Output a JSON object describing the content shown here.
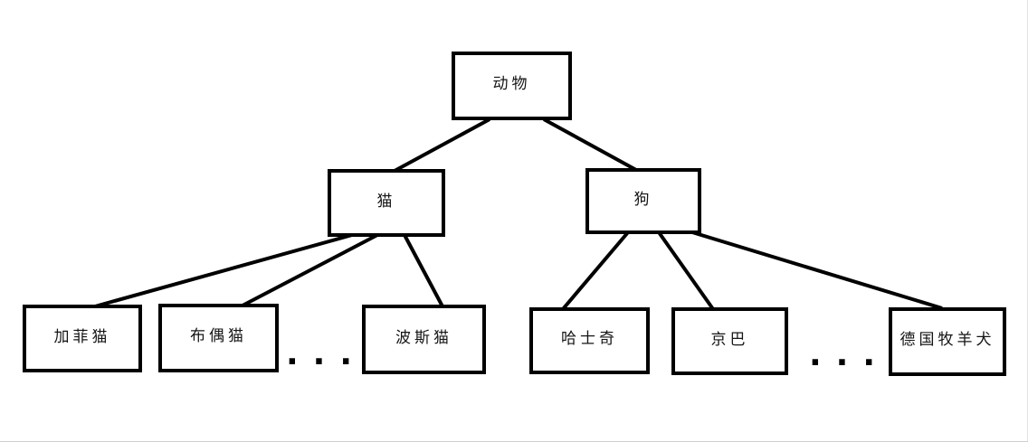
{
  "diagram": {
    "type": "tree",
    "title": "",
    "root": {
      "label": "动物"
    },
    "cat": {
      "label": "猫",
      "children": [
        {
          "label": "加菲猫"
        },
        {
          "label": "布偶猫"
        },
        {
          "label": "波斯猫"
        }
      ]
    },
    "dog": {
      "label": "狗",
      "children": [
        {
          "label": "哈士奇"
        },
        {
          "label": "京巴"
        },
        {
          "label": "德国牧羊犬"
        }
      ]
    },
    "ellipsis_left": "...",
    "ellipsis_right": "...",
    "edges": [
      {
        "from": "动物",
        "to": "猫"
      },
      {
        "from": "动物",
        "to": "狗"
      },
      {
        "from": "猫",
        "to": "加菲猫"
      },
      {
        "from": "猫",
        "to": "布偶猫"
      },
      {
        "from": "猫",
        "to": "波斯猫"
      },
      {
        "from": "狗",
        "to": "哈士奇"
      },
      {
        "from": "狗",
        "to": "京巴"
      },
      {
        "from": "狗",
        "to": "德国牧羊犬"
      }
    ],
    "colors": {
      "line": "#000000",
      "node_border": "#000000",
      "node_background": "#ffffff",
      "text": "#141414",
      "page_background": "#ffffff"
    }
  }
}
